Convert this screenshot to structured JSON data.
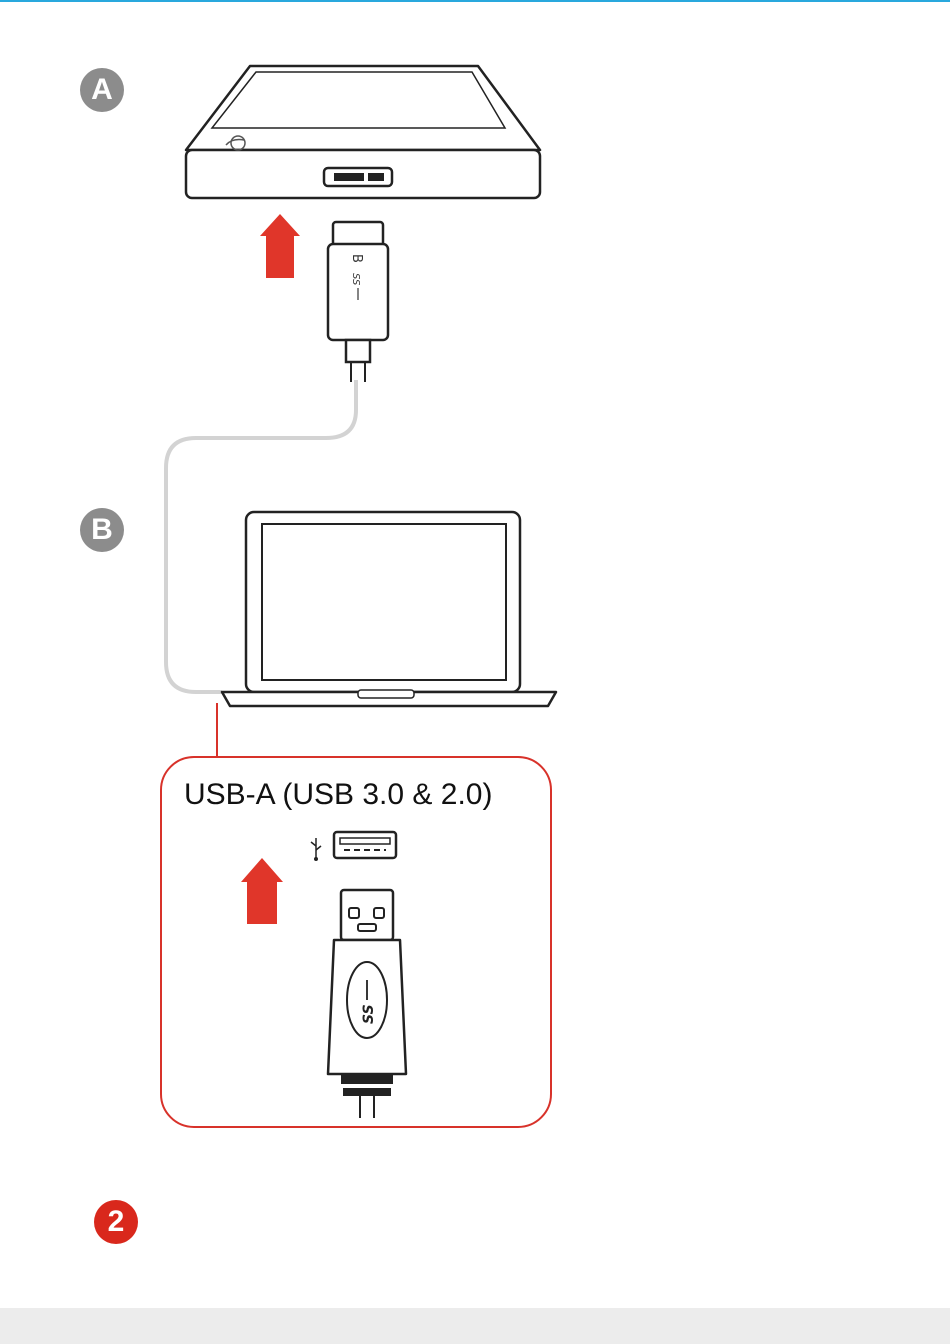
{
  "steps": {
    "drive_step": "A",
    "computer_step": "B",
    "step_number": "2"
  },
  "drive_cable": {
    "connector_label": "B"
  },
  "port_callout": {
    "title": "USB-A (USB 3.0 & 2.0)"
  },
  "colors": {
    "accent_red": "#e0362a",
    "badge_grey": "#8c8c8c",
    "step_red": "#d9281c",
    "top_rule": "#29a8dd",
    "footer": "#ececec"
  },
  "icons": [
    "usb-symbol-icon",
    "ss-usb-logo-icon",
    "drive-logo-icon"
  ]
}
